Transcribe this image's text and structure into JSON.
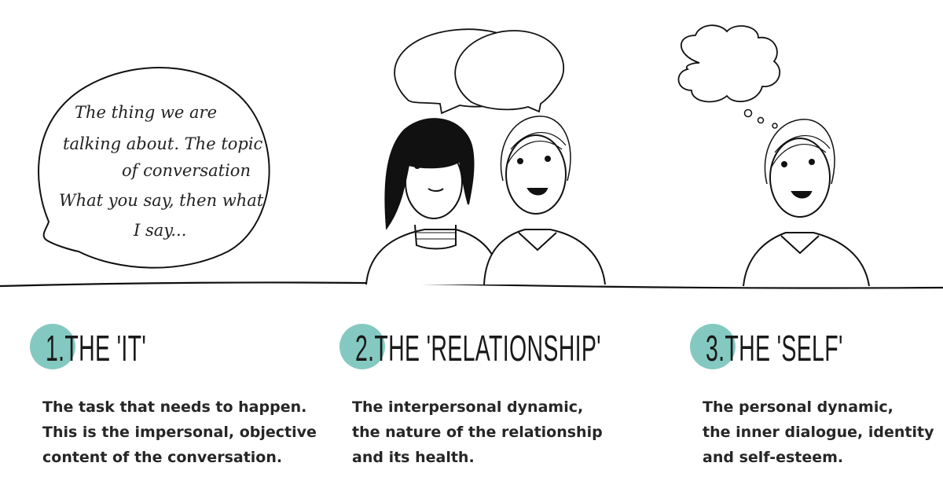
{
  "speech_bubble": {
    "lines": [
      "The thing we are",
      "talking about. The topic",
      "of conversation",
      "What you say, then what",
      "I say..."
    ]
  },
  "sections": [
    {
      "number": "1.",
      "title": "THE 'IT'",
      "description": [
        "The task that needs to happen.",
        "This is the impersonal, objective",
        "content of the conversation."
      ]
    },
    {
      "number": "2.",
      "title": "THE 'RELATIONSHIP'",
      "description": [
        "The interpersonal dynamic,",
        "the nature of the relationship",
        "and its health."
      ]
    },
    {
      "number": "3.",
      "title": "THE 'SELF'",
      "description": [
        "The personal dynamic,",
        "the inner dialogue, identity",
        "and self-esteem."
      ]
    }
  ],
  "colors": {
    "accent_circle": "#84c9c1",
    "ink": "#1a1a1a"
  }
}
